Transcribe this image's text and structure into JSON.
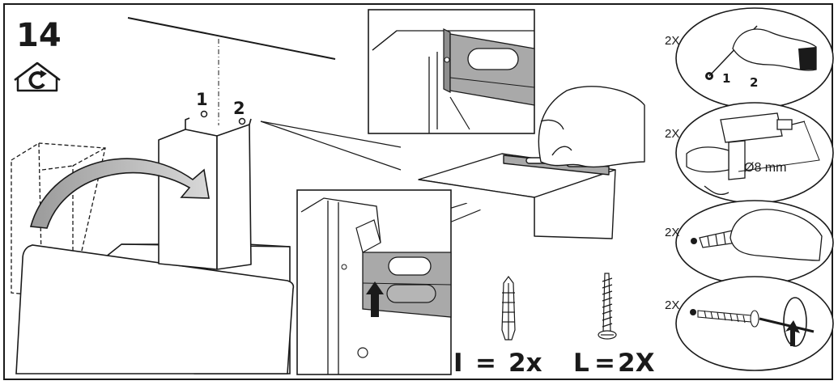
{
  "step": {
    "number": "14"
  },
  "hole_labels": {
    "first": "1",
    "second": "2"
  },
  "steps": [
    {
      "qty": "2X",
      "labels": [
        "1",
        "2"
      ]
    },
    {
      "qty": "2X",
      "drill_size": "Ø8 mm"
    },
    {
      "qty": "2X"
    },
    {
      "qty": "2X"
    }
  ],
  "parts": {
    "plug": {
      "letter": "I",
      "eq": "=",
      "count": "2x"
    },
    "screw": {
      "letter": "L",
      "eq": "=",
      "count": "2X"
    }
  },
  "colors": {
    "ink": "#1a1a1a",
    "bracket": "#a9a9a9",
    "bracket_dark": "#7d7d7d",
    "arrow_fill": "#bdbdbd"
  },
  "icons": [
    "house-recycle-icon",
    "up-arrow-icon",
    "rotate-arrow-icon"
  ]
}
